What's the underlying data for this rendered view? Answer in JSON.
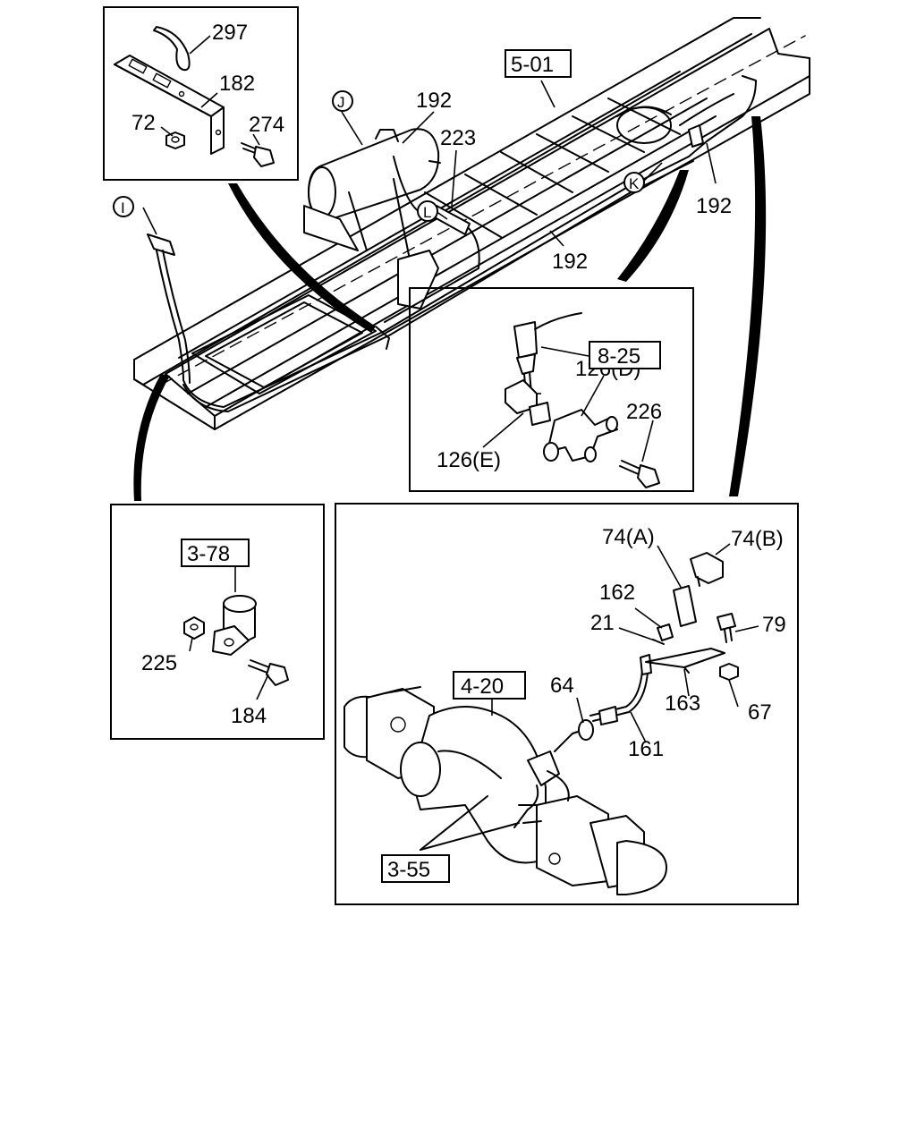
{
  "callouts": [
    {
      "id": "c297",
      "text": "297"
    },
    {
      "id": "c182",
      "text": "182"
    },
    {
      "id": "c72",
      "text": "72"
    },
    {
      "id": "c274",
      "text": "274"
    },
    {
      "id": "c192a",
      "text": "192"
    },
    {
      "id": "c223",
      "text": "223"
    },
    {
      "id": "c192b",
      "text": "192"
    },
    {
      "id": "c192c",
      "text": "192"
    },
    {
      "id": "c126d",
      "text": "126(D)"
    },
    {
      "id": "c226",
      "text": "226"
    },
    {
      "id": "c126e",
      "text": "126(E)"
    },
    {
      "id": "c225",
      "text": "225"
    },
    {
      "id": "c184",
      "text": "184"
    },
    {
      "id": "c74a",
      "text": "74(A)"
    },
    {
      "id": "c74b",
      "text": "74(B)"
    },
    {
      "id": "c162",
      "text": "162"
    },
    {
      "id": "c21",
      "text": "21"
    },
    {
      "id": "c79",
      "text": "79"
    },
    {
      "id": "c64",
      "text": "64"
    },
    {
      "id": "c163",
      "text": "163"
    },
    {
      "id": "c67",
      "text": "67"
    },
    {
      "id": "c161",
      "text": "161"
    }
  ],
  "reference_boxes": [
    {
      "id": "r501",
      "text": "5-01"
    },
    {
      "id": "r825",
      "text": "8-25"
    },
    {
      "id": "r378",
      "text": "3-78"
    },
    {
      "id": "r420",
      "text": "4-20"
    },
    {
      "id": "r355",
      "text": "3-55"
    }
  ],
  "circle_markers": [
    {
      "id": "mJ",
      "text": "J"
    },
    {
      "id": "mI",
      "text": "I"
    },
    {
      "id": "mL",
      "text": "L"
    },
    {
      "id": "mK",
      "text": "K"
    }
  ]
}
